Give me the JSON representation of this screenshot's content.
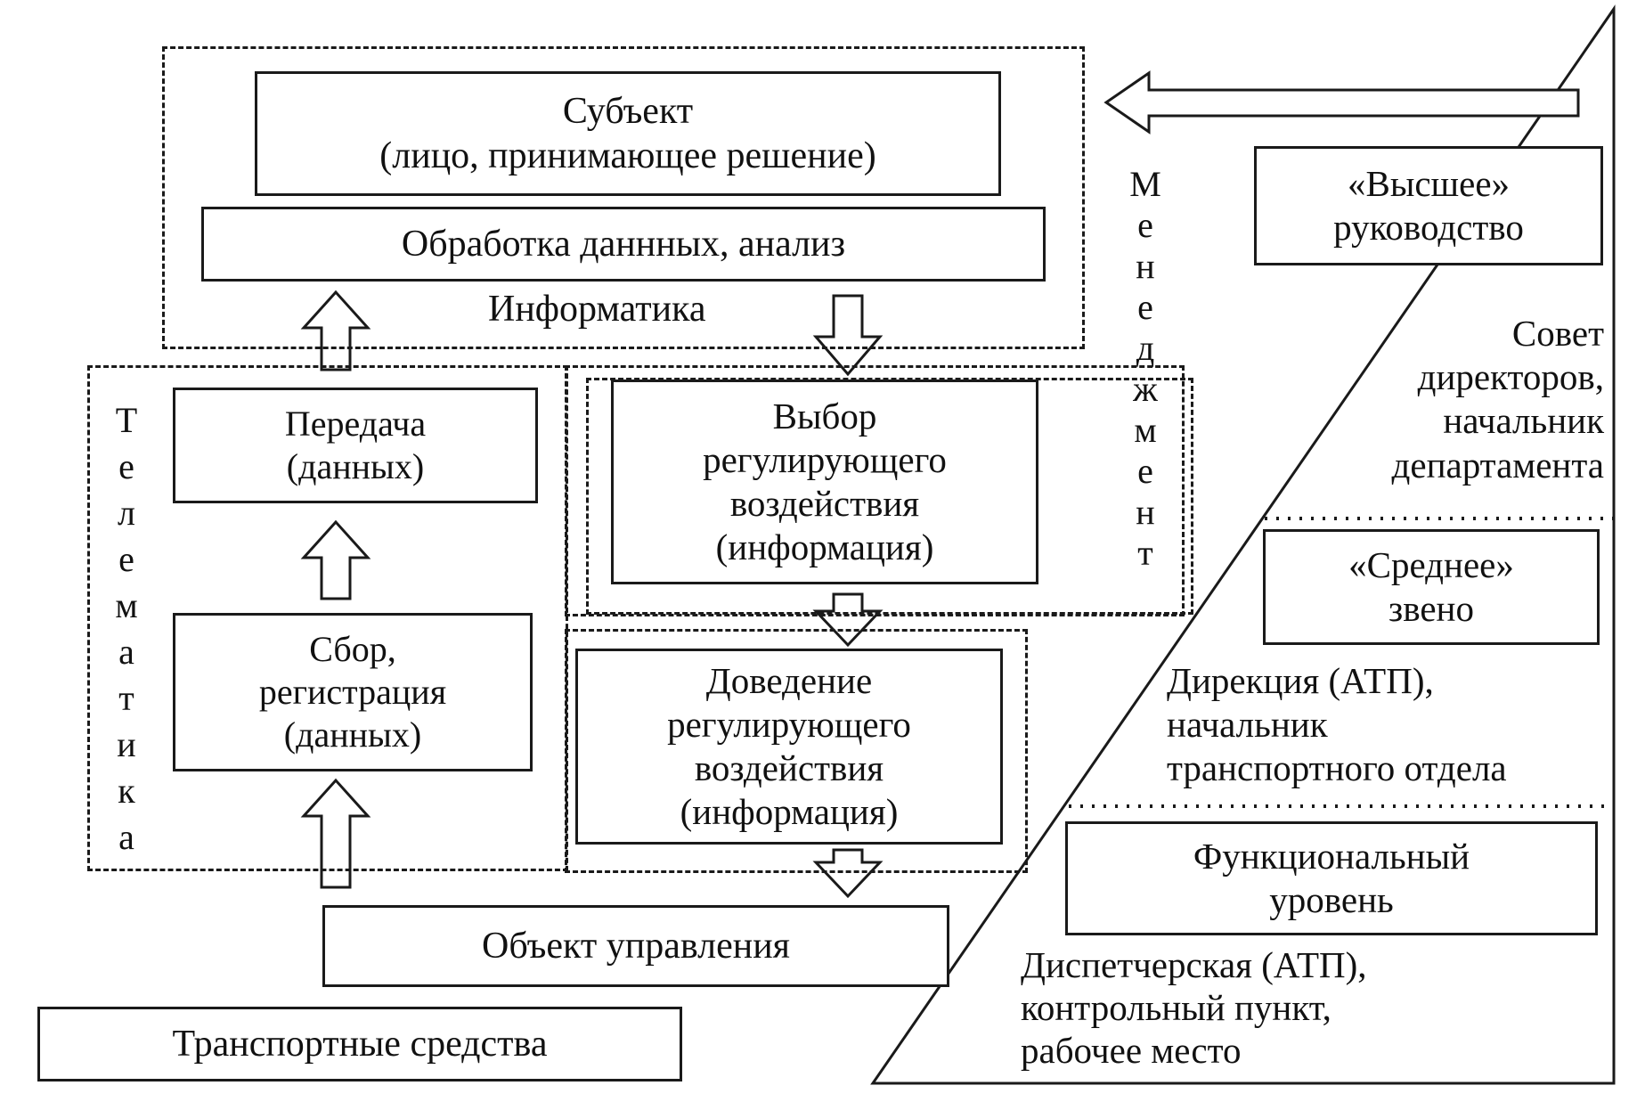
{
  "blocks": {
    "subject": {
      "line1": "Субъект",
      "line2": "(лицо, принимающее решение)"
    },
    "processing": "Обработка даннных, анализ",
    "transfer": {
      "line1": "Передача",
      "line2": "(данных)"
    },
    "collection": {
      "line1": "Сбор,",
      "line2": "регистрация",
      "line3": "(данных)"
    },
    "choice": {
      "line1": "Выбор",
      "line2": "регулирующего",
      "line3": "воздействия",
      "line4": "(информация)"
    },
    "delivery": {
      "line1": "Доведение",
      "line2": "регулирующего",
      "line3": "воздействия",
      "line4": "(информация)"
    },
    "object": "Объект управления",
    "vehicles": "Транспортные средства"
  },
  "regions": {
    "informatics": "Информатика",
    "management": [
      "М",
      "е",
      "н",
      "е",
      "д",
      "ж",
      "м",
      "е",
      "н",
      "т"
    ],
    "telematics": [
      "Т",
      "е",
      "л",
      "е",
      "м",
      "а",
      "т",
      "и",
      "к",
      "а"
    ]
  },
  "hierarchy": {
    "top": {
      "line1": "«Высшее»",
      "line2": "руководство"
    },
    "top_desc": {
      "line1": "Совет",
      "line2": "директоров,",
      "line3": "начальник",
      "line4": "департамента"
    },
    "middle": {
      "line1": "«Среднее»",
      "line2": "звено"
    },
    "middle_desc": {
      "line1": "Дирекция (АТП),",
      "line2": "начальник",
      "line3": "транспортного отдела"
    },
    "functional": {
      "line1": "Функциональный",
      "line2": "уровень"
    },
    "functional_desc": {
      "line1": "Диспетчерская (АТП),",
      "line2": "контрольный пункт,",
      "line3": "рабочее место"
    }
  }
}
